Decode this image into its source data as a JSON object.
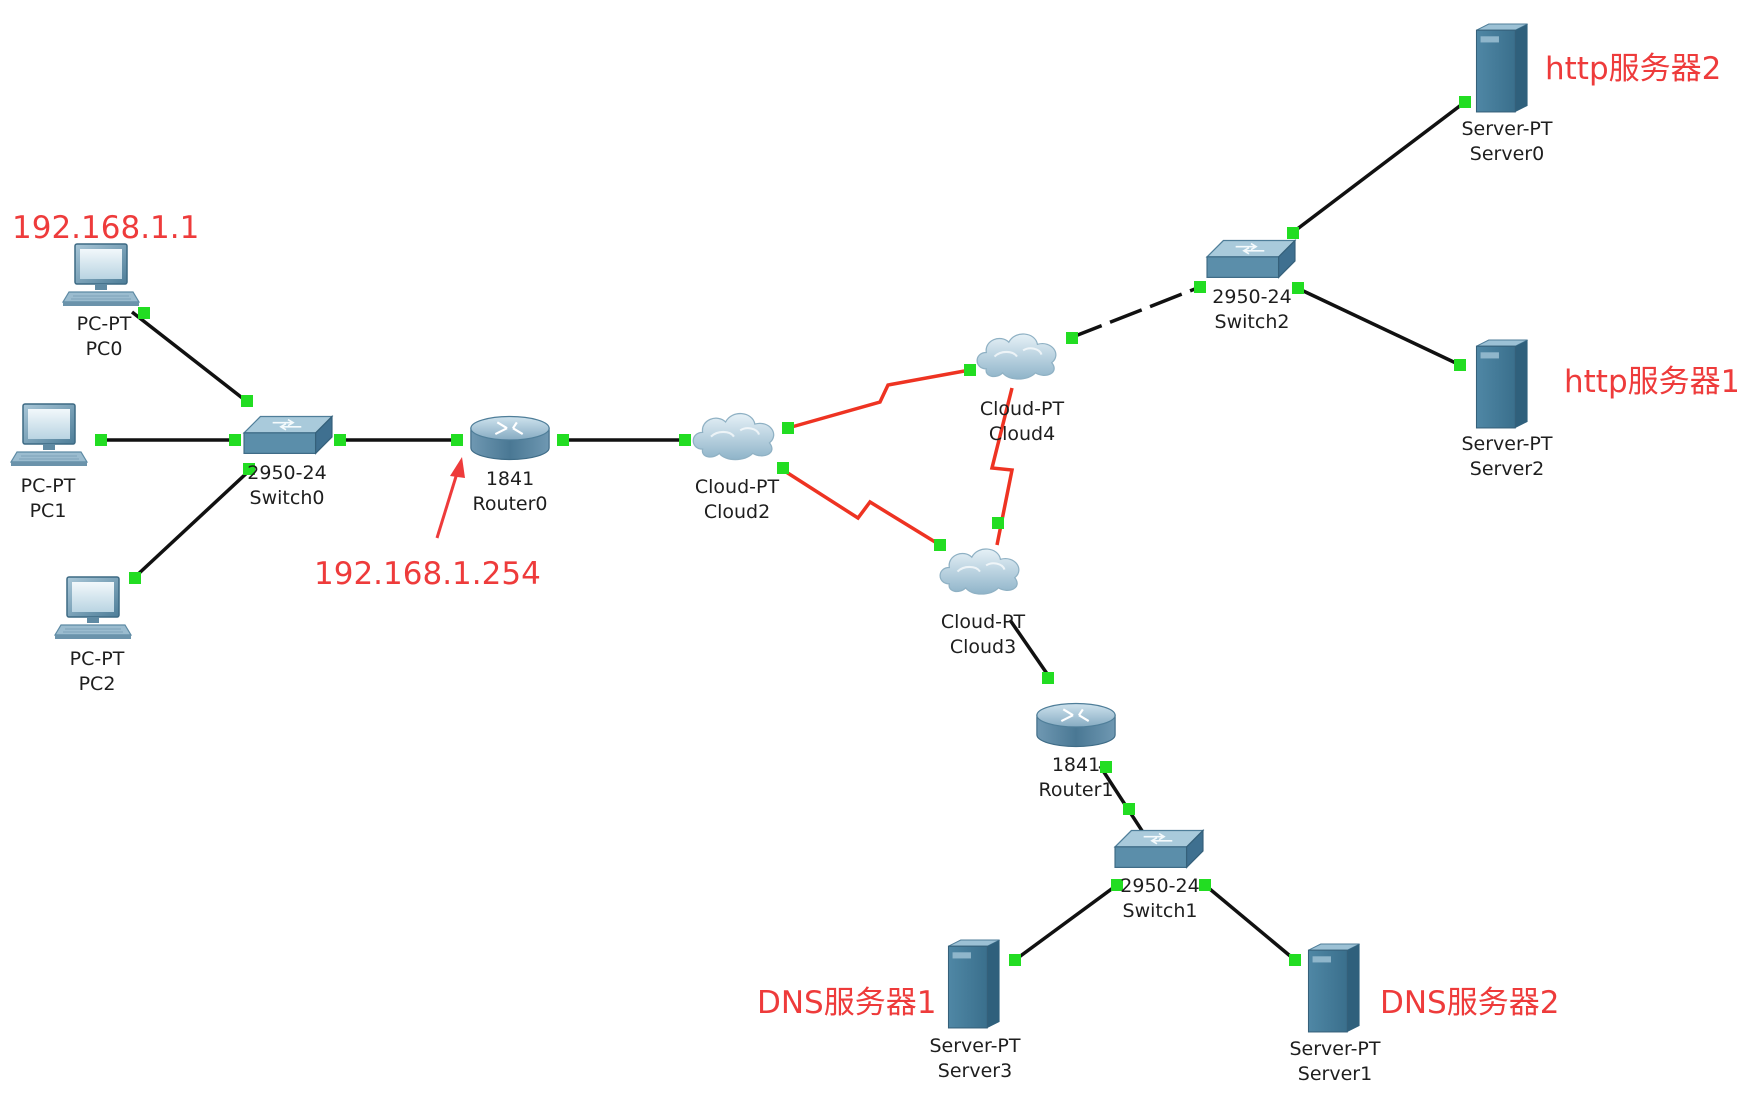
{
  "devices": {
    "pc0": {
      "model": "PC-PT",
      "name": "PC0"
    },
    "pc1": {
      "model": "PC-PT",
      "name": "PC1"
    },
    "pc2": {
      "model": "PC-PT",
      "name": "PC2"
    },
    "switch0": {
      "model": "2950-24",
      "name": "Switch0"
    },
    "router0": {
      "model": "1841",
      "name": "Router0"
    },
    "cloud2": {
      "model": "Cloud-PT",
      "name": "Cloud2"
    },
    "cloud4": {
      "model": "Cloud-PT",
      "name": "Cloud4"
    },
    "cloud3": {
      "model": "Cloud-PT",
      "name": "Cloud3"
    },
    "switch2": {
      "model": "2950-24",
      "name": "Switch2"
    },
    "server0": {
      "model": "Server-PT",
      "name": "Server0"
    },
    "server2": {
      "model": "Server-PT",
      "name": "Server2"
    },
    "router1": {
      "model": "1841",
      "name": "Router1"
    },
    "switch1": {
      "model": "2950-24",
      "name": "Switch1"
    },
    "server3": {
      "model": "Server-PT",
      "name": "Server3"
    },
    "server1": {
      "model": "Server-PT",
      "name": "Server1"
    }
  },
  "annotations": {
    "pc0_ip": "192.168.1.1",
    "router0_ip": "192.168.1.254",
    "http_server2": "http服务器2",
    "http_server1": "http服务器1",
    "dns_server1": "DNS服务器1",
    "dns_server2": "DNS服务器2"
  },
  "colors": {
    "annotation": "#ee3b3b",
    "serial_link": "#ee3322",
    "ethernet_link": "#111111",
    "port_up": "#22dd22"
  }
}
